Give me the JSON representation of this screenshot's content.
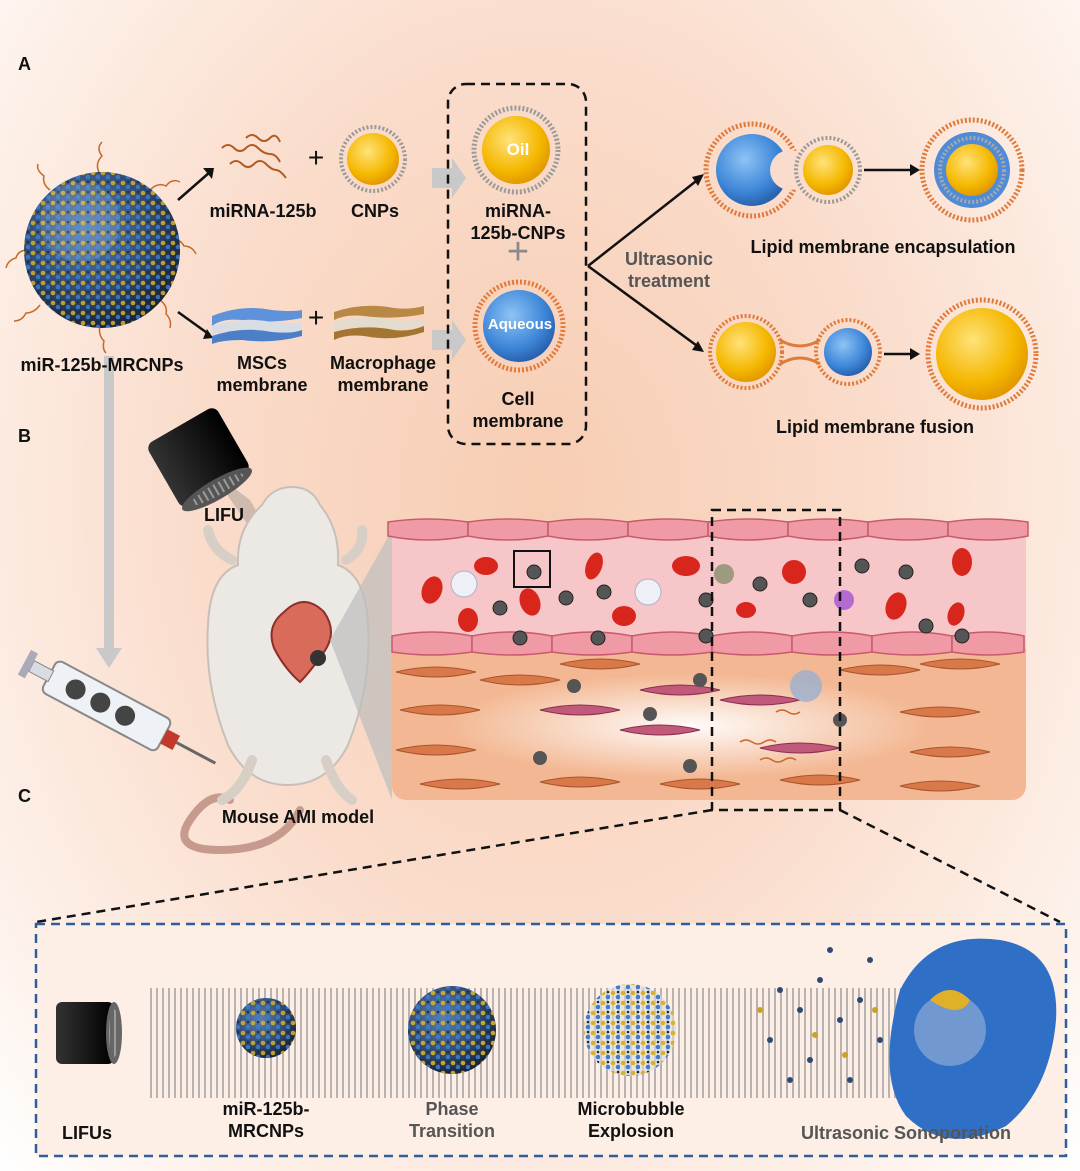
{
  "panels": {
    "a": "A",
    "b": "B",
    "c": "C"
  },
  "panel_a": {
    "nanoparticle": "miR-125b-MRCNPs",
    "mirna": "miRNA-125b",
    "cnps": "CNPs",
    "mscs": "MSCs\nmembrane",
    "macrophage": "Macrophage\nmembrane",
    "oil": "Oil",
    "mirna_cnps": "miRNA-\n125b-CNPs",
    "aqueous": "Aqueous",
    "cell_membrane": "Cell\nmembrane",
    "ultrasonic": "Ultrasonic\ntreatment",
    "encapsulation": "Lipid membrane encapsulation",
    "fusion": "Lipid membrane fusion"
  },
  "panel_b": {
    "lifu": "LIFU",
    "mouse": "Mouse AMI model"
  },
  "panel_c": {
    "lifus": "LIFUs",
    "mrcnps": "miR-125b-\nMRCNPs",
    "phase": "Phase\nTransition",
    "explosion": "Microbubble\nExplosion",
    "sonoporation": "Ultrasonic Sonoporation"
  },
  "colors": {
    "gold": "#f5b800",
    "blue": "#3d86d8",
    "membrane_orange": "#e07a3a",
    "vessel_pink": "#f7c6c9",
    "tissue_orange": "#f3b893",
    "frame_blue": "#2d5f9e"
  }
}
